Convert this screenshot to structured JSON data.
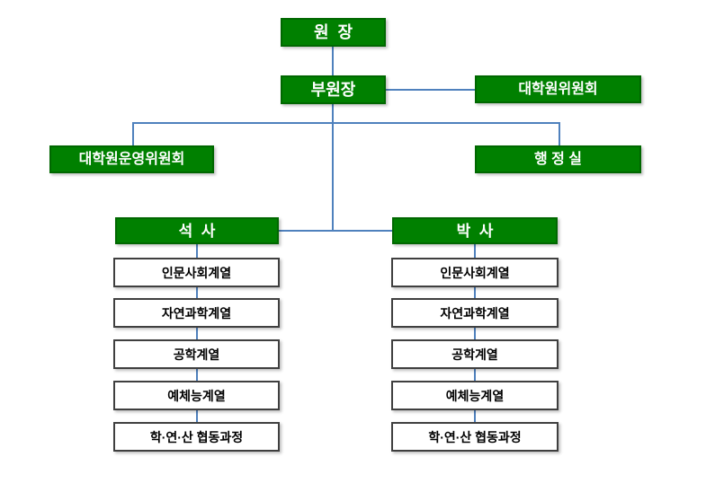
{
  "colors": {
    "green-fill": "#008000",
    "green-border": "#006700",
    "green-text": "#ffffff",
    "line-blue": "#4f81bd",
    "white-box-border": "#3f3f3f",
    "white-box-text": "#000000",
    "background": "#ffffff"
  },
  "nodes": {
    "director": "원  장",
    "vice_director": "부원장",
    "grad_committee": "대학원위원회",
    "operating_committee": "대학원운영위원회",
    "admin_office": "행 정 실",
    "master": "석  사",
    "doctoral": "박  사"
  },
  "master_programs": [
    "인문사회계열",
    "자연과학계열",
    "공학계열",
    "예체능계열",
    "학·연·산 협동과정"
  ],
  "doctoral_programs": [
    "인문사회계열",
    "자연과학계열",
    "공학계열",
    "예체능계열",
    "학·연·산 협동과정"
  ]
}
